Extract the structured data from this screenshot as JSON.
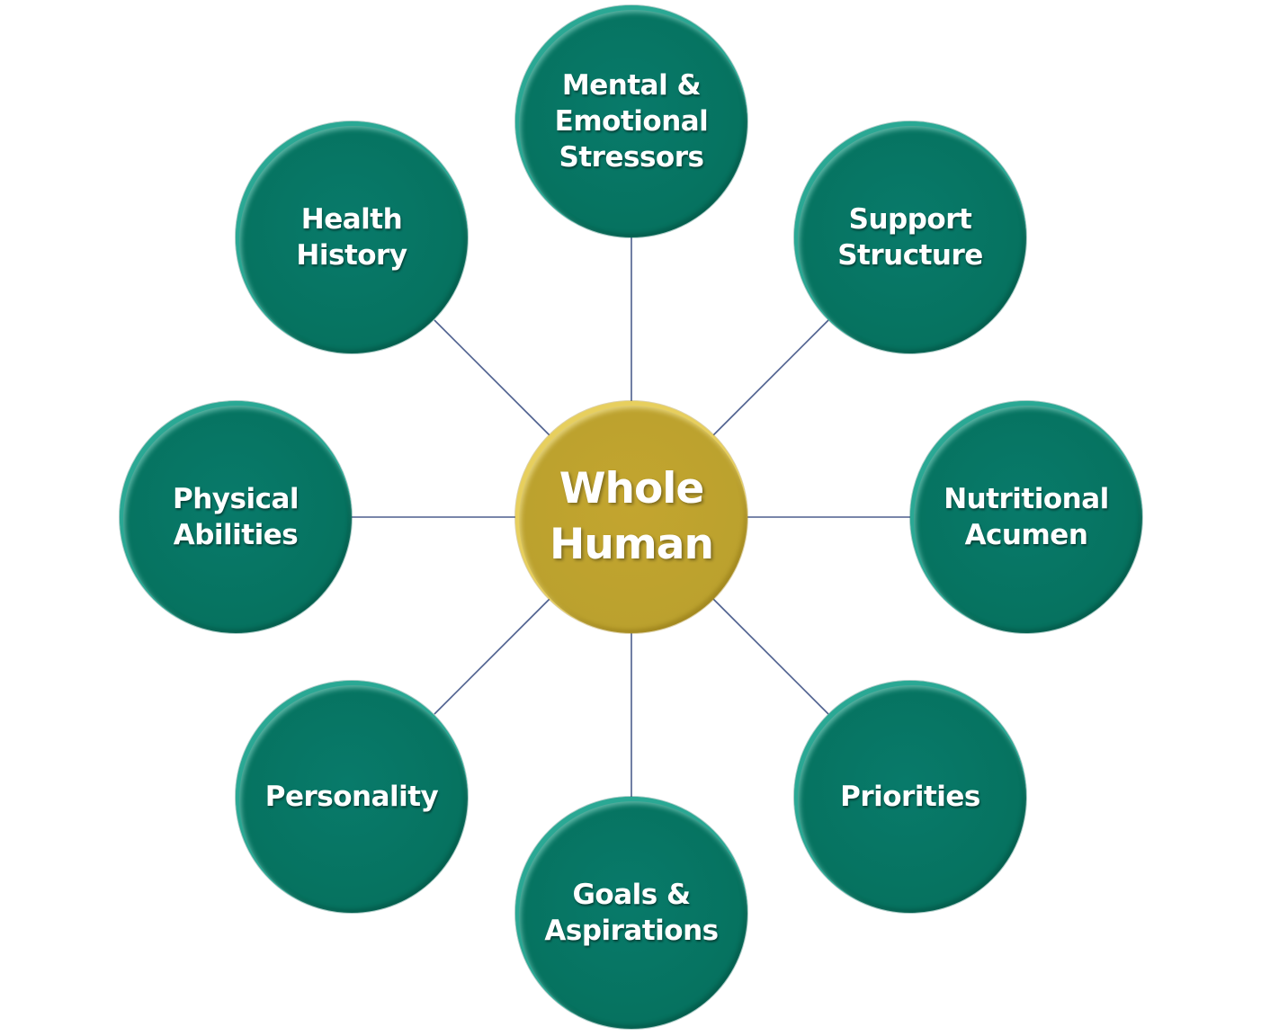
{
  "hub": {
    "label": "Whole\nHuman",
    "color": "#bca22e"
  },
  "satellite_color": "#06725f",
  "nodes": [
    {
      "id": "mental-emotional-stressors",
      "label": "Mental &\nEmotional\nStressors"
    },
    {
      "id": "support-structure",
      "label": "Support\nStructure"
    },
    {
      "id": "nutritional-acumen",
      "label": "Nutritional\nAcumen"
    },
    {
      "id": "priorities",
      "label": "Priorities"
    },
    {
      "id": "goals-aspirations",
      "label": "Goals &\nAspirations"
    },
    {
      "id": "personality",
      "label": "Personality"
    },
    {
      "id": "physical-abilities",
      "label": "Physical\nAbilities"
    },
    {
      "id": "health-history",
      "label": "Health\nHistory"
    }
  ]
}
